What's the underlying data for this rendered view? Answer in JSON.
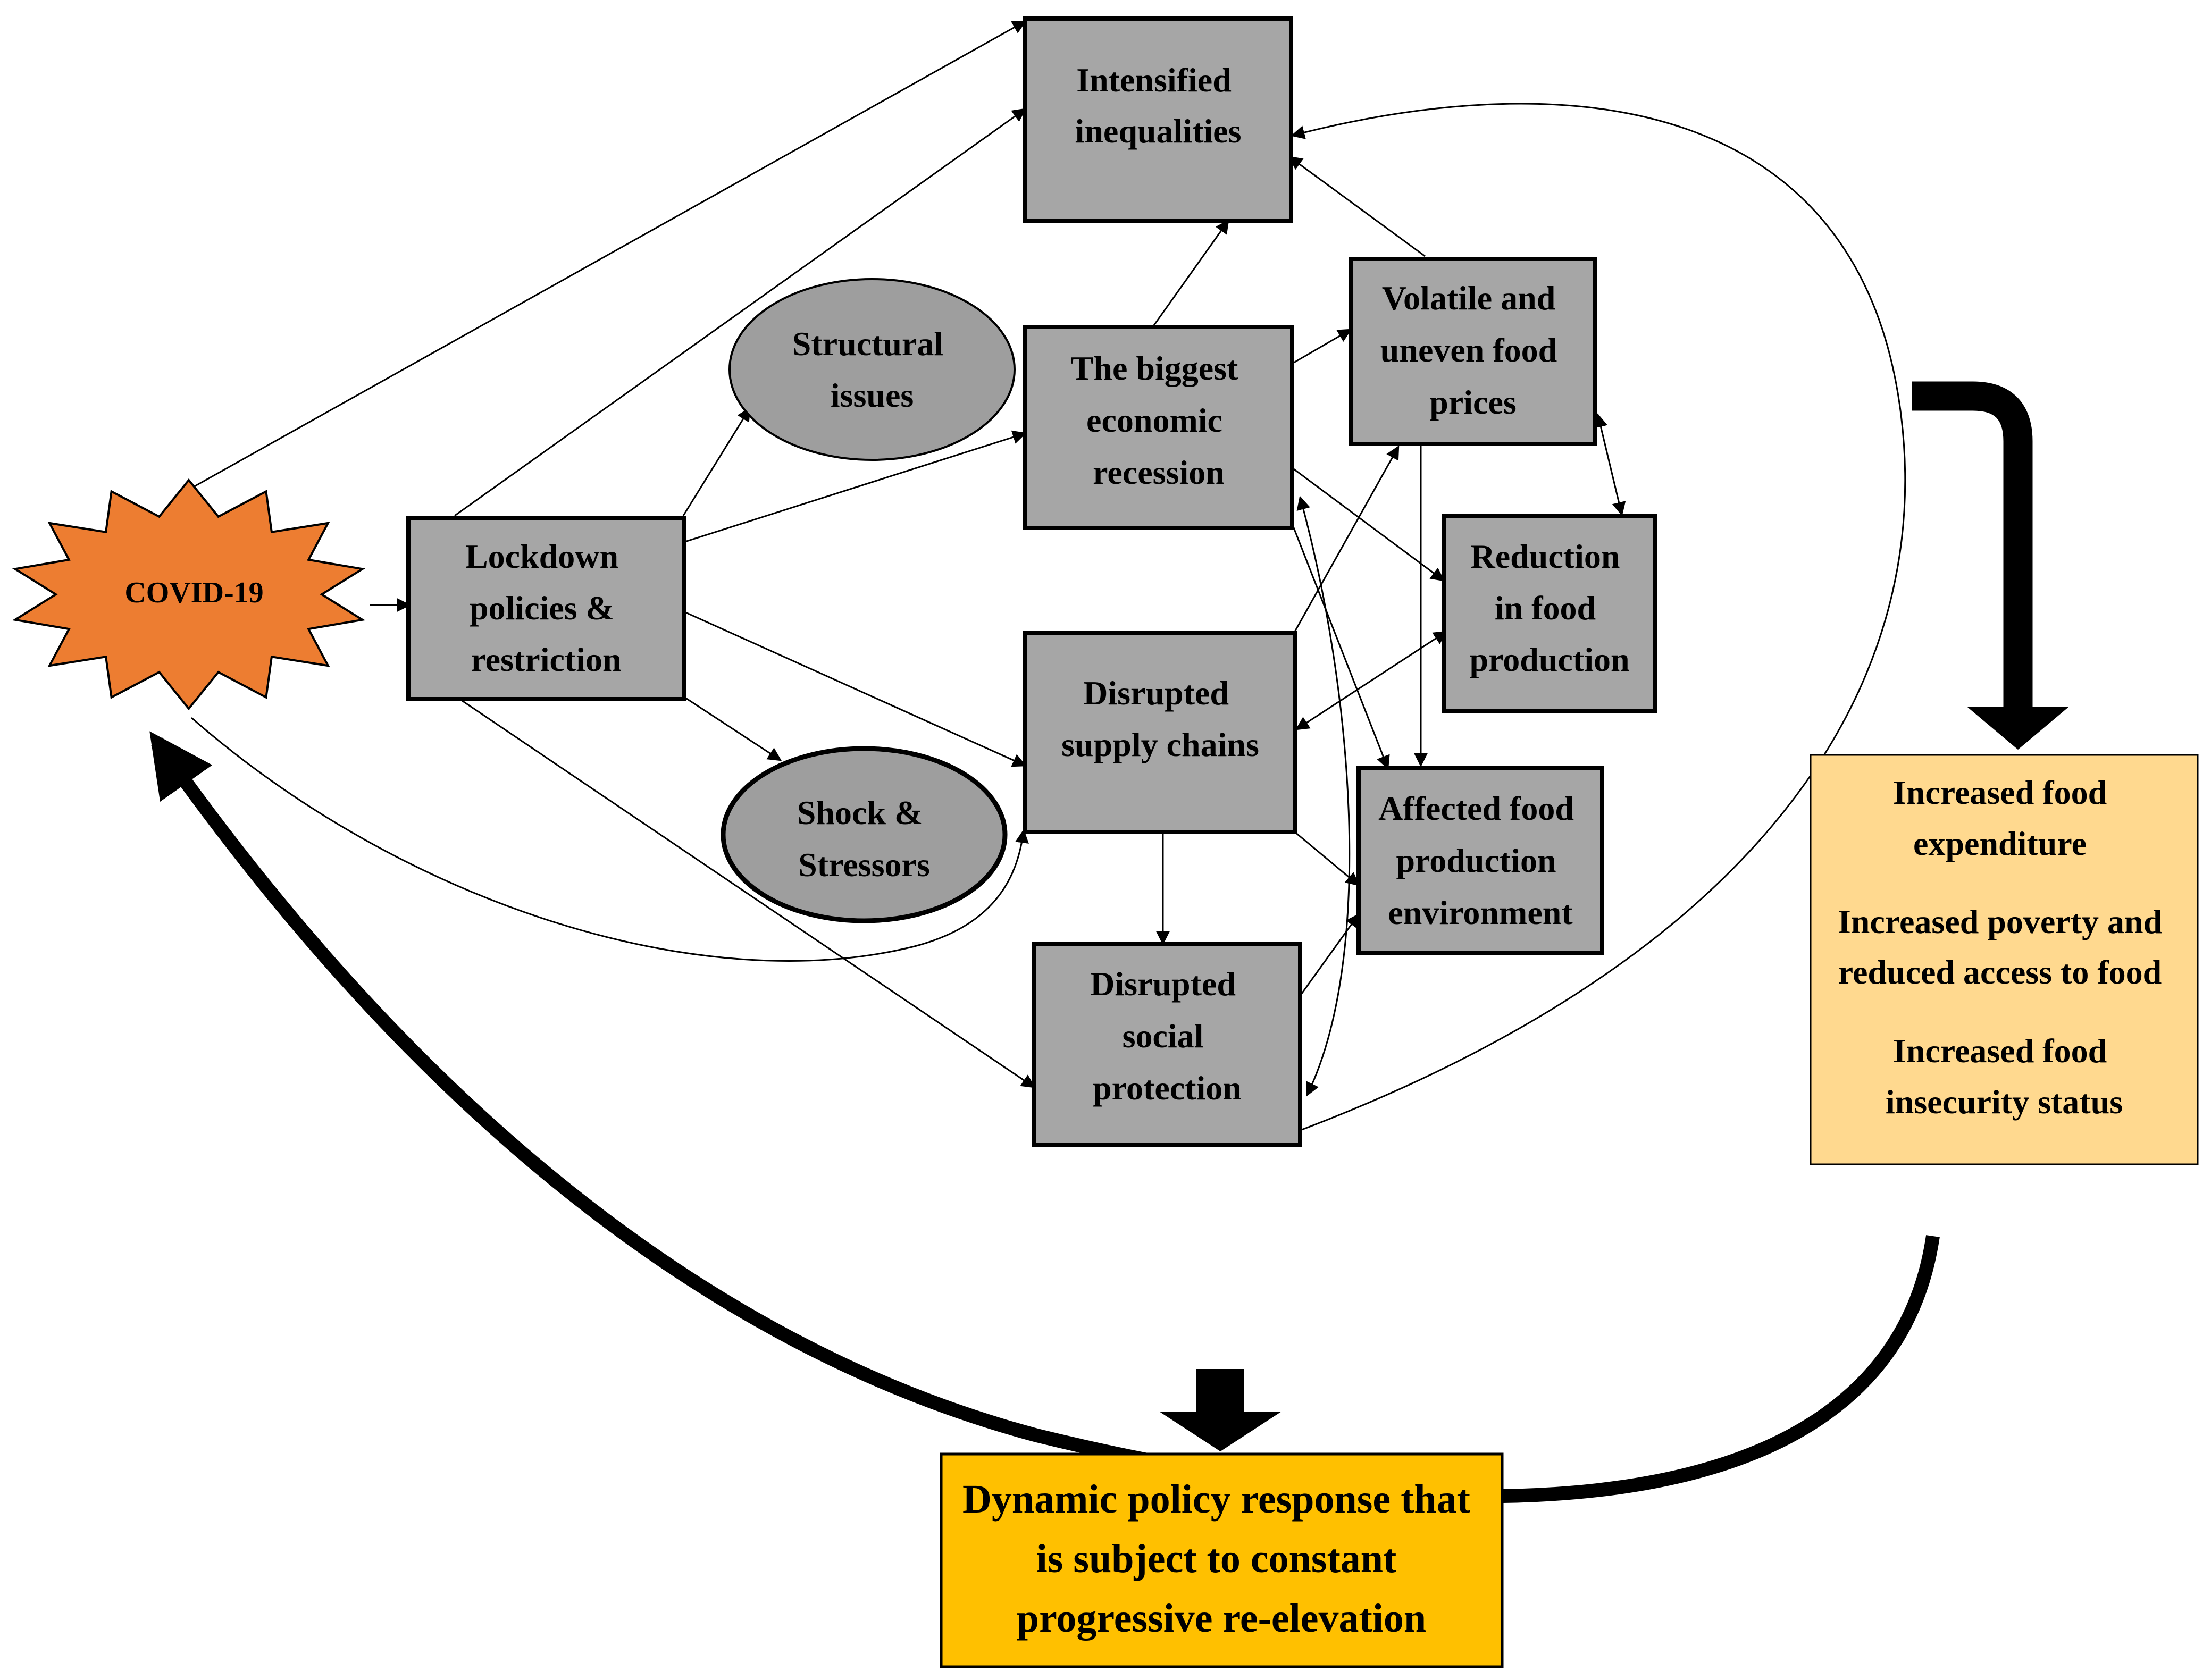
{
  "colors": {
    "box_fill": "#a6a6a6",
    "oval_fill": "#9e9e9e",
    "covid_fill": "#ed7d31",
    "outcome_fill": "#ffd98f",
    "policy_fill": "#ffc000",
    "stroke": "#000000"
  },
  "nodes": {
    "covid": {
      "lines": [
        "COVID-19"
      ]
    },
    "lockdown": {
      "lines": [
        "Lockdown",
        "policies &",
        "restriction"
      ]
    },
    "structural": {
      "lines": [
        "Structural",
        "issues"
      ]
    },
    "shock": {
      "lines": [
        "Shock &",
        "Stressors"
      ]
    },
    "inequalities": {
      "lines": [
        "Intensified",
        "inequalities"
      ]
    },
    "recession": {
      "lines": [
        "The biggest",
        "economic",
        "recession"
      ]
    },
    "volatile": {
      "lines": [
        "Volatile and",
        "uneven food",
        "prices"
      ]
    },
    "reduction": {
      "lines": [
        "Reduction",
        "in food",
        "production"
      ]
    },
    "supply": {
      "lines": [
        "Disrupted",
        "supply chains"
      ]
    },
    "affected": {
      "lines": [
        "Affected food",
        "production",
        "environment"
      ]
    },
    "social": {
      "lines": [
        "Disrupted",
        "social",
        "protection"
      ]
    },
    "outcomes": {
      "lines": [
        "Increased food",
        "expenditure",
        "Increased poverty and",
        "reduced access to food",
        "Increased food",
        "insecurity status"
      ]
    },
    "policy": {
      "lines": [
        "Dynamic policy response that",
        "is subject to constant",
        "progressive re-elevation"
      ]
    }
  }
}
